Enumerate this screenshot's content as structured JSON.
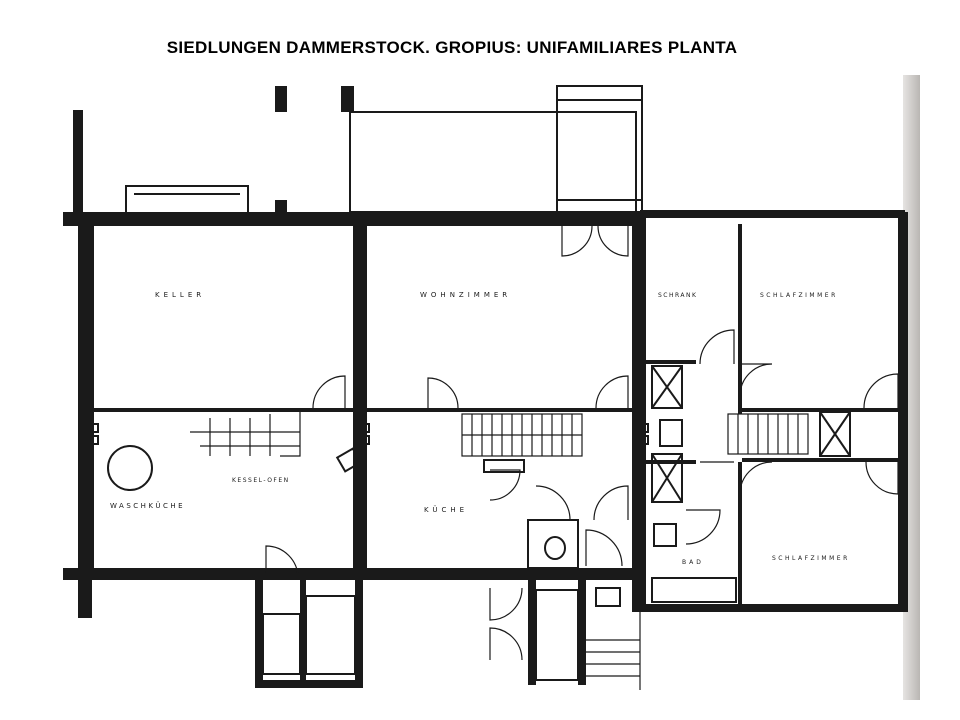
{
  "title": "SIEDLUNGEN DAMMERSTOCK. GROPIUS: UNIFAMILIARES PLANTA",
  "rooms": {
    "keller": "KELLER",
    "wohnzimmer": "WOHNZIMMER",
    "schrank": "SCHRANK",
    "schlafzimmer_1": "SCHLAFZIMMER",
    "schlafzimmer_2": "SCHLAFZIMMER",
    "waschkueche": "WASCHKÜCHE",
    "kueche": "KÜCHE",
    "bad": "BAD",
    "kessel_ofen": "KESSEL-OFEN"
  },
  "colors": {
    "ink": "#1a1a1a",
    "paper": "#ffffff",
    "page_edge": "#c8c5c2"
  }
}
